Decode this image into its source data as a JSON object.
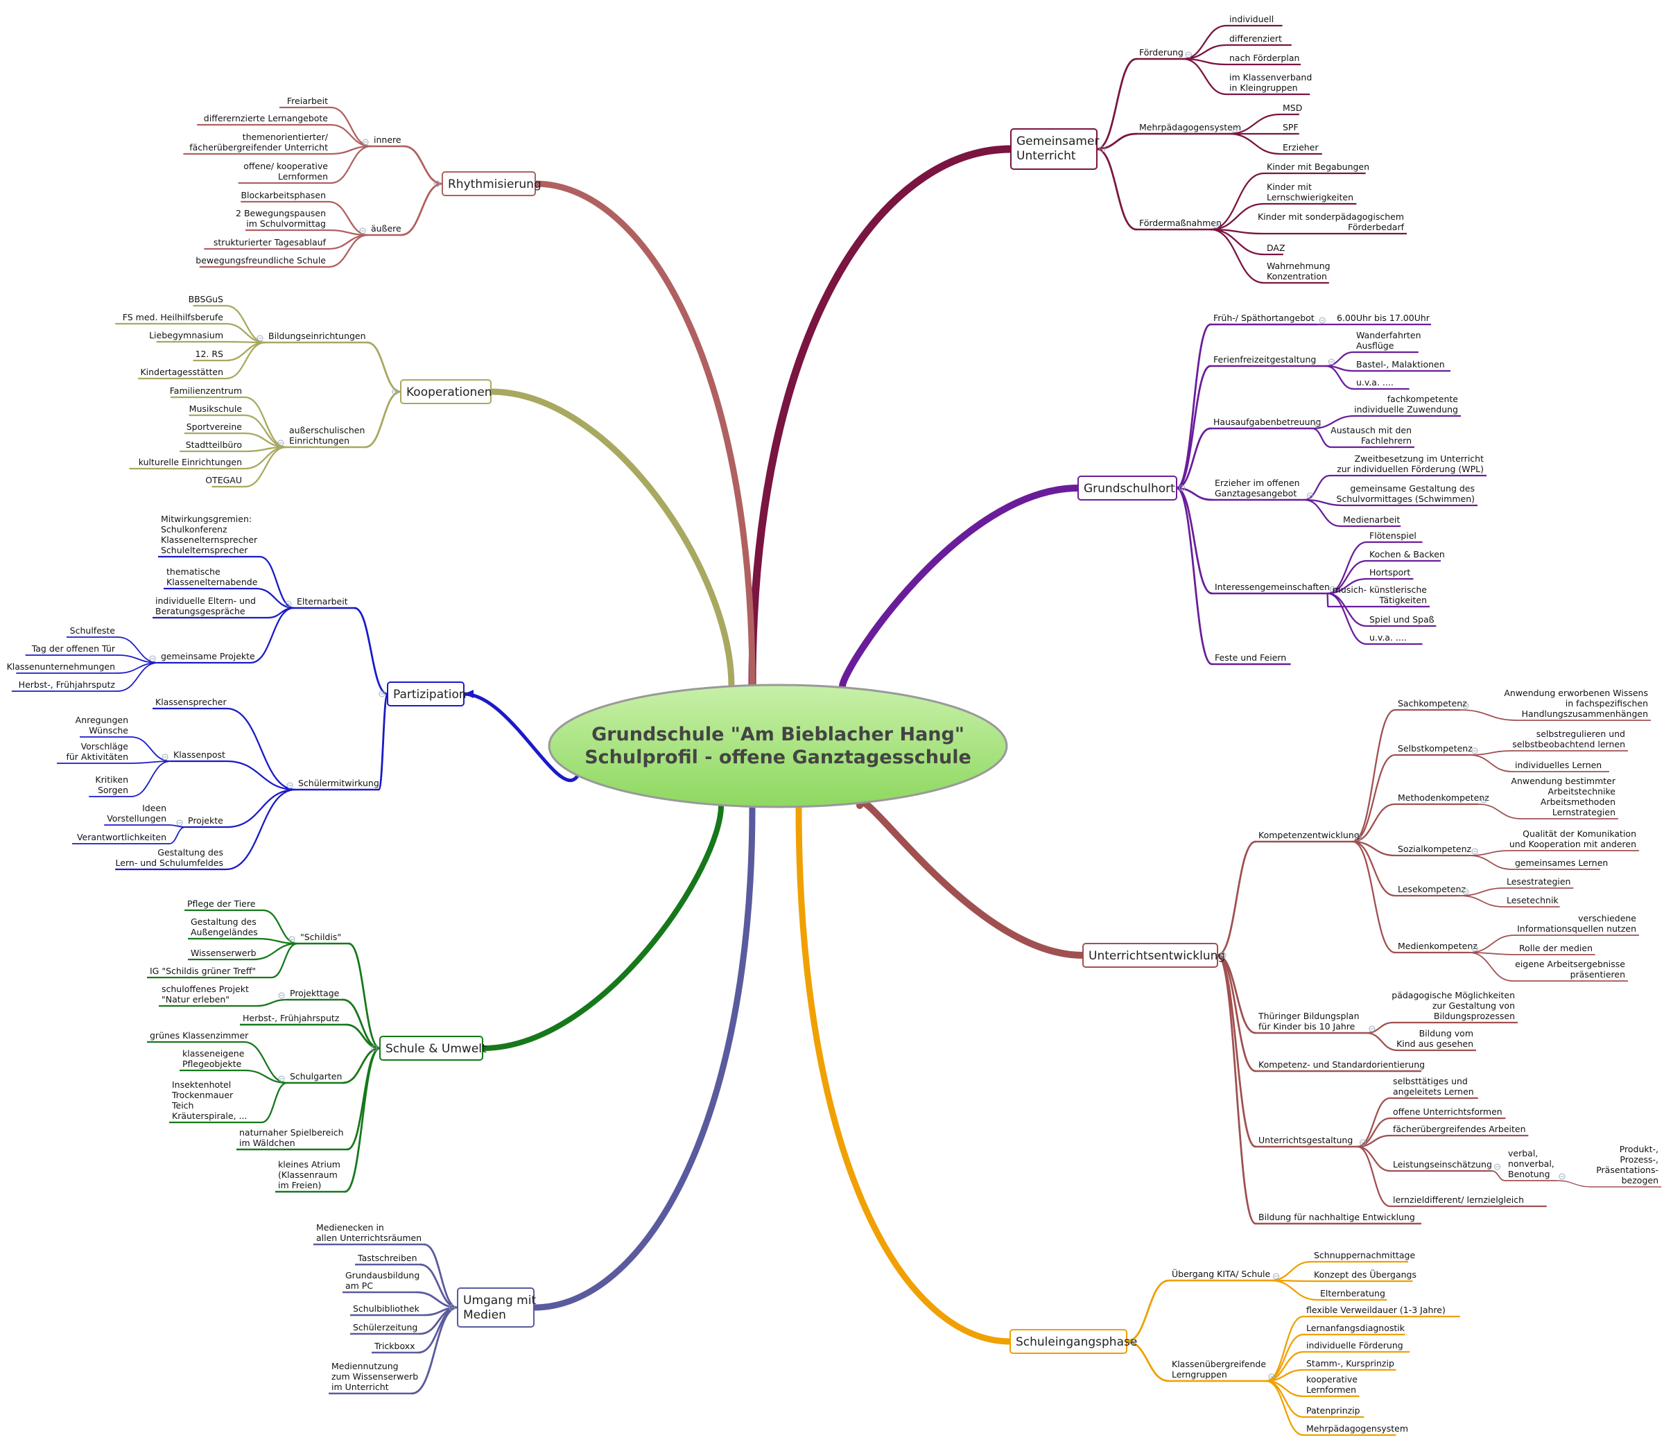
{
  "center": {
    "lines": [
      "Grundschule \"Am Bieblacher Hang\"",
      "Schulprofil - offene Ganztagesschule"
    ]
  },
  "branches": [
    {
      "id": "gemeinsamer-unterricht",
      "color": "#7a1440",
      "lines": [
        "Gemeinsamer",
        "Unterricht"
      ],
      "children": [
        {
          "lines": [
            "Förderung"
          ],
          "children": [
            {
              "lines": [
                "individuell"
              ]
            },
            {
              "lines": [
                "differenziert"
              ]
            },
            {
              "lines": [
                "nach Förderplan"
              ]
            },
            {
              "lines": [
                "im Klassenverband",
                "in Kleingruppen"
              ]
            }
          ]
        },
        {
          "lines": [
            "Mehrpädagogensystem"
          ],
          "children": [
            {
              "lines": [
                "MSD"
              ]
            },
            {
              "lines": [
                "SPF"
              ]
            },
            {
              "lines": [
                "Erzieher"
              ]
            }
          ]
        },
        {
          "lines": [
            "Fördermaßnahmen"
          ],
          "children": [
            {
              "lines": [
                "Kinder mit Begabungen"
              ]
            },
            {
              "lines": [
                "Kinder mit",
                "Lernschwierigkeiten"
              ]
            },
            {
              "lines": [
                "Kinder mit sonderpädagogischem",
                "Förderbedarf"
              ]
            },
            {
              "lines": [
                "DAZ"
              ]
            },
            {
              "lines": [
                "Wahrnehmung",
                "Konzentration"
              ]
            }
          ]
        }
      ]
    },
    {
      "id": "grundschulhort",
      "color": "#6a1d9a",
      "lines": [
        "Grundschulhort"
      ],
      "children": [
        {
          "lines": [
            "Früh-/ Späthortangebot"
          ],
          "children": [
            {
              "lines": [
                "6.00Uhr bis 17.00Uhr"
              ]
            }
          ]
        },
        {
          "lines": [
            "Ferienfreizeitgestaltung"
          ],
          "children": [
            {
              "lines": [
                "Wanderfahrten",
                "Ausflüge"
              ]
            },
            {
              "lines": [
                "Bastel-, Malaktionen"
              ]
            },
            {
              "lines": [
                "u.v.a. ...."
              ]
            }
          ]
        },
        {
          "lines": [
            "Hausaufgabenbetreuung"
          ],
          "children": [
            {
              "lines": [
                "fachkompetente",
                "individuelle Zuwendung"
              ]
            },
            {
              "lines": [
                "Austausch mit den",
                "Fachlehrern"
              ]
            }
          ]
        },
        {
          "lines": [
            "Erzieher im offenen",
            "Ganztagesangebot"
          ],
          "children": [
            {
              "lines": [
                "Zweitbesetzung im Unterricht",
                "zur individuellen Förderung (WPL)"
              ]
            },
            {
              "lines": [
                "gemeinsame Gestaltung des",
                "Schulvormittages (Schwimmen)"
              ]
            },
            {
              "lines": [
                "Medienarbeit"
              ]
            }
          ]
        },
        {
          "lines": [
            "Interessengemeinschaften"
          ],
          "children": [
            {
              "lines": [
                "Flötenspiel"
              ]
            },
            {
              "lines": [
                "Kochen & Backen"
              ]
            },
            {
              "lines": [
                "Hortsport"
              ]
            },
            {
              "lines": [
                "musich- künstlerische",
                "Tätigkeiten"
              ]
            },
            {
              "lines": [
                "Spiel und Spaß"
              ]
            },
            {
              "lines": [
                "u.v.a. ...."
              ]
            }
          ]
        },
        {
          "lines": [
            "Feste und Feiern"
          ]
        }
      ]
    },
    {
      "id": "unterrichtsentwicklung",
      "color": "#a05050",
      "lines": [
        "Unterrichtsentwicklung"
      ],
      "children": [
        {
          "lines": [
            "Kompetenzentwicklung"
          ],
          "children": [
            {
              "lines": [
                "Sachkompetenz"
              ],
              "children": [
                {
                  "lines": [
                    "Anwendung erworbenen Wissens",
                    "in fachspezifischen",
                    "Handlungszusammenhängen"
                  ]
                }
              ]
            },
            {
              "lines": [
                "Selbstkompetenz"
              ],
              "children": [
                {
                  "lines": [
                    "selbstregulieren und",
                    "selbstbeobachtend lernen"
                  ]
                },
                {
                  "lines": [
                    "individuelles Lernen"
                  ]
                }
              ]
            },
            {
              "lines": [
                "Methodenkompetenz"
              ],
              "children": [
                {
                  "lines": [
                    "Anwendung bestimmter",
                    "Arbeitstechnike",
                    "Arbeitsmethoden",
                    "Lernstrategien"
                  ]
                }
              ]
            },
            {
              "lines": [
                "Sozialkompetenz"
              ],
              "children": [
                {
                  "lines": [
                    "Qualität der Komunikation",
                    "und Kooperation mit anderen"
                  ]
                },
                {
                  "lines": [
                    "gemeinsames Lernen"
                  ]
                }
              ]
            },
            {
              "lines": [
                "Lesekompetenz"
              ],
              "children": [
                {
                  "lines": [
                    "Lesestrategien"
                  ]
                },
                {
                  "lines": [
                    "Lesetechnik"
                  ]
                }
              ]
            },
            {
              "lines": [
                "Medienkompetenz"
              ],
              "children": [
                {
                  "lines": [
                    "verschiedene",
                    "Informationsquellen nutzen"
                  ]
                },
                {
                  "lines": [
                    "Rolle der medien"
                  ]
                },
                {
                  "lines": [
                    "eigene Arbeitsergebnisse",
                    "präsentieren"
                  ]
                }
              ]
            }
          ]
        },
        {
          "lines": [
            "Thüringer Bildungsplan",
            "für Kinder bis 10 Jahre"
          ],
          "children": [
            {
              "lines": [
                "pädagogische Möglichkeiten",
                "zur Gestaltung von",
                "Bildungsprozessen"
              ]
            },
            {
              "lines": [
                "Bildung vom",
                "Kind aus gesehen"
              ]
            }
          ]
        },
        {
          "lines": [
            "Kompetenz- und Standardorientierung"
          ]
        },
        {
          "lines": [
            "Unterrichtsgestaltung"
          ],
          "children": [
            {
              "lines": [
                "selbsttätiges und",
                "angeleitets Lernen"
              ]
            },
            {
              "lines": [
                "offene Unterrichtsformen"
              ]
            },
            {
              "lines": [
                "fächerübergreifendes Arbeiten"
              ]
            },
            {
              "lines": [
                "Leistungseinschätzung"
              ],
              "children": [
                {
                  "lines": [
                    "verbal,",
                    "nonverbal,",
                    "Benotung"
                  ],
                  "children": [
                    {
                      "lines": [
                        "Produkt-,",
                        "Prozess-,",
                        "Präsentations-",
                        "bezogen"
                      ]
                    }
                  ]
                }
              ]
            },
            {
              "lines": [
                "lernzieldifferent/ lernzielgleich"
              ]
            }
          ]
        },
        {
          "lines": [
            "Bildung für nachhaltige Entwicklung"
          ]
        }
      ]
    },
    {
      "id": "schuleingangsphase",
      "color": "#f0a000",
      "lines": [
        "Schuleingangsphase"
      ],
      "children": [
        {
          "lines": [
            "Übergang KITA/ Schule"
          ],
          "children": [
            {
              "lines": [
                "Schnuppernachmittage"
              ]
            },
            {
              "lines": [
                "Konzept des Übergangs"
              ]
            },
            {
              "lines": [
                "Elternberatung"
              ]
            }
          ]
        },
        {
          "lines": [
            "Klassenübergreifende",
            "Lerngruppen"
          ],
          "children": [
            {
              "lines": [
                "flexible Verweildauer (1-3 Jahre)"
              ]
            },
            {
              "lines": [
                "Lernanfangsdiagnostik"
              ]
            },
            {
              "lines": [
                "individuelle Förderung"
              ]
            },
            {
              "lines": [
                "Stamm-, Kursprinzip"
              ]
            },
            {
              "lines": [
                "kooperative",
                "Lernformen"
              ]
            },
            {
              "lines": [
                "Patenprinzip"
              ]
            },
            {
              "lines": [
                "Mehrpädagogensystem"
              ]
            }
          ]
        }
      ]
    },
    {
      "id": "umgang-mit-medien",
      "color": "#5a5a9e",
      "lines": [
        "Umgang mit",
        "Medien"
      ],
      "children": [
        {
          "lines": [
            "Medienecken in",
            "allen Unterrichtsräumen"
          ]
        },
        {
          "lines": [
            "Tastschreiben"
          ]
        },
        {
          "lines": [
            "Grundausbildung",
            "am PC"
          ]
        },
        {
          "lines": [
            "Schulbibliothek"
          ]
        },
        {
          "lines": [
            "Schülerzeitung"
          ]
        },
        {
          "lines": [
            "Trickboxx"
          ]
        },
        {
          "lines": [
            "Mediennutzung",
            "zum Wissenserwerb",
            "im Unterricht"
          ]
        }
      ]
    },
    {
      "id": "schule-umwelt",
      "color": "#16781a",
      "lines": [
        "Schule & Umwelt"
      ],
      "children": [
        {
          "lines": [
            "\"Schildis\""
          ],
          "children": [
            {
              "lines": [
                "Pflege der Tiere"
              ]
            },
            {
              "lines": [
                "Gestaltung des",
                "Außengeländes"
              ]
            },
            {
              "lines": [
                "Wissenserwerb"
              ]
            },
            {
              "lines": [
                "IG \"Schildis grüner Treff\""
              ]
            }
          ]
        },
        {
          "lines": [
            "Projekttage"
          ],
          "children": [
            {
              "lines": [
                "schuloffenes Projekt",
                "\"Natur erleben\""
              ]
            }
          ]
        },
        {
          "lines": [
            "Herbst-, Frühjahrsputz"
          ]
        },
        {
          "lines": [
            "Schulgarten"
          ],
          "children": [
            {
              "lines": [
                "grünes Klassenzimmer"
              ]
            },
            {
              "lines": [
                "klasseneigene",
                "Pflegeobjekte"
              ]
            },
            {
              "lines": [
                "Insektenhotel",
                "Trockenmauer",
                "Teich",
                "Kräuterspirale, ..."
              ]
            }
          ]
        },
        {
          "lines": [
            "naturnaher Spielbereich",
            "im Wäldchen"
          ]
        },
        {
          "lines": [
            "kleines Atrium",
            "(Klassenraum",
            "im Freien)"
          ]
        }
      ]
    },
    {
      "id": "partizipation",
      "color": "#1a1ac8",
      "lines": [
        "Partizipation"
      ],
      "children": [
        {
          "lines": [
            "Elternarbeit"
          ],
          "children": [
            {
              "lines": [
                "Mitwirkungsgremien:",
                "Schulkonferenz",
                "Klassenelternsprecher",
                "Schulelternsprecher"
              ]
            },
            {
              "lines": [
                "thematische",
                "Klassenelternabende"
              ]
            },
            {
              "lines": [
                "individuelle Eltern- und",
                "Beratungsgespräche"
              ]
            },
            {
              "lines": [
                "gemeinsame Projekte"
              ],
              "children": [
                {
                  "lines": [
                    "Schulfeste"
                  ]
                },
                {
                  "lines": [
                    "Tag der offenen Tür"
                  ]
                },
                {
                  "lines": [
                    "Klassenunternehmungen"
                  ]
                },
                {
                  "lines": [
                    "Herbst-, Frühjahrsputz"
                  ]
                }
              ]
            }
          ]
        },
        {
          "lines": [
            "Schülermitwirkung"
          ],
          "children": [
            {
              "lines": [
                "Klassensprecher"
              ]
            },
            {
              "lines": [
                "Klassenpost"
              ],
              "children": [
                {
                  "lines": [
                    "Anregungen",
                    "Wünsche"
                  ]
                },
                {
                  "lines": [
                    "Vorschläge",
                    "für Aktivitäten"
                  ]
                },
                {
                  "lines": [
                    "Kritiken",
                    "Sorgen"
                  ]
                }
              ]
            },
            {
              "lines": [
                "Projekte"
              ],
              "children": [
                {
                  "lines": [
                    "Ideen",
                    "Vorstellungen"
                  ]
                },
                {
                  "lines": [
                    "Verantwortlichkeiten"
                  ]
                }
              ]
            },
            {
              "lines": [
                "Gestaltung des",
                "Lern- und Schulumfeldes"
              ]
            }
          ]
        }
      ]
    },
    {
      "id": "kooperationen",
      "color": "#a8a860",
      "lines": [
        "Kooperationen"
      ],
      "children": [
        {
          "lines": [
            "Bildungseinrichtungen"
          ],
          "children": [
            {
              "lines": [
                "BBSGuS"
              ]
            },
            {
              "lines": [
                "FS med. Heilhilfsberufe"
              ]
            },
            {
              "lines": [
                "Liebegymnasium"
              ]
            },
            {
              "lines": [
                "12. RS"
              ]
            },
            {
              "lines": [
                "Kindertagesstätten"
              ]
            }
          ]
        },
        {
          "lines": [
            "außerschulischen",
            "Einrichtungen"
          ],
          "children": [
            {
              "lines": [
                "Familienzentrum"
              ]
            },
            {
              "lines": [
                "Musikschule"
              ]
            },
            {
              "lines": [
                "Sportvereine"
              ]
            },
            {
              "lines": [
                "Stadtteilbüro"
              ]
            },
            {
              "lines": [
                "kulturelle Einrichtungen"
              ]
            },
            {
              "lines": [
                "OTEGAU"
              ]
            }
          ]
        }
      ]
    },
    {
      "id": "rhythmisierung",
      "color": "#b06060",
      "lines": [
        "Rhythmisierung"
      ],
      "children": [
        {
          "lines": [
            "innere"
          ],
          "children": [
            {
              "lines": [
                "Freiarbeit"
              ]
            },
            {
              "lines": [
                "differernzierte Lernangebote"
              ]
            },
            {
              "lines": [
                "themenorientierter/",
                "fächerübergreifender Unterricht"
              ]
            },
            {
              "lines": [
                "offene/ kooperative",
                "Lernformen"
              ]
            }
          ]
        },
        {
          "lines": [
            "äußere"
          ],
          "children": [
            {
              "lines": [
                "Blockarbeitsphasen"
              ]
            },
            {
              "lines": [
                "2 Bewegungspausen",
                "im Schulvormittag"
              ]
            },
            {
              "lines": [
                "strukturierter Tagesablauf"
              ]
            },
            {
              "lines": [
                "bewegungsfreundliche Schule"
              ]
            }
          ]
        }
      ]
    }
  ]
}
